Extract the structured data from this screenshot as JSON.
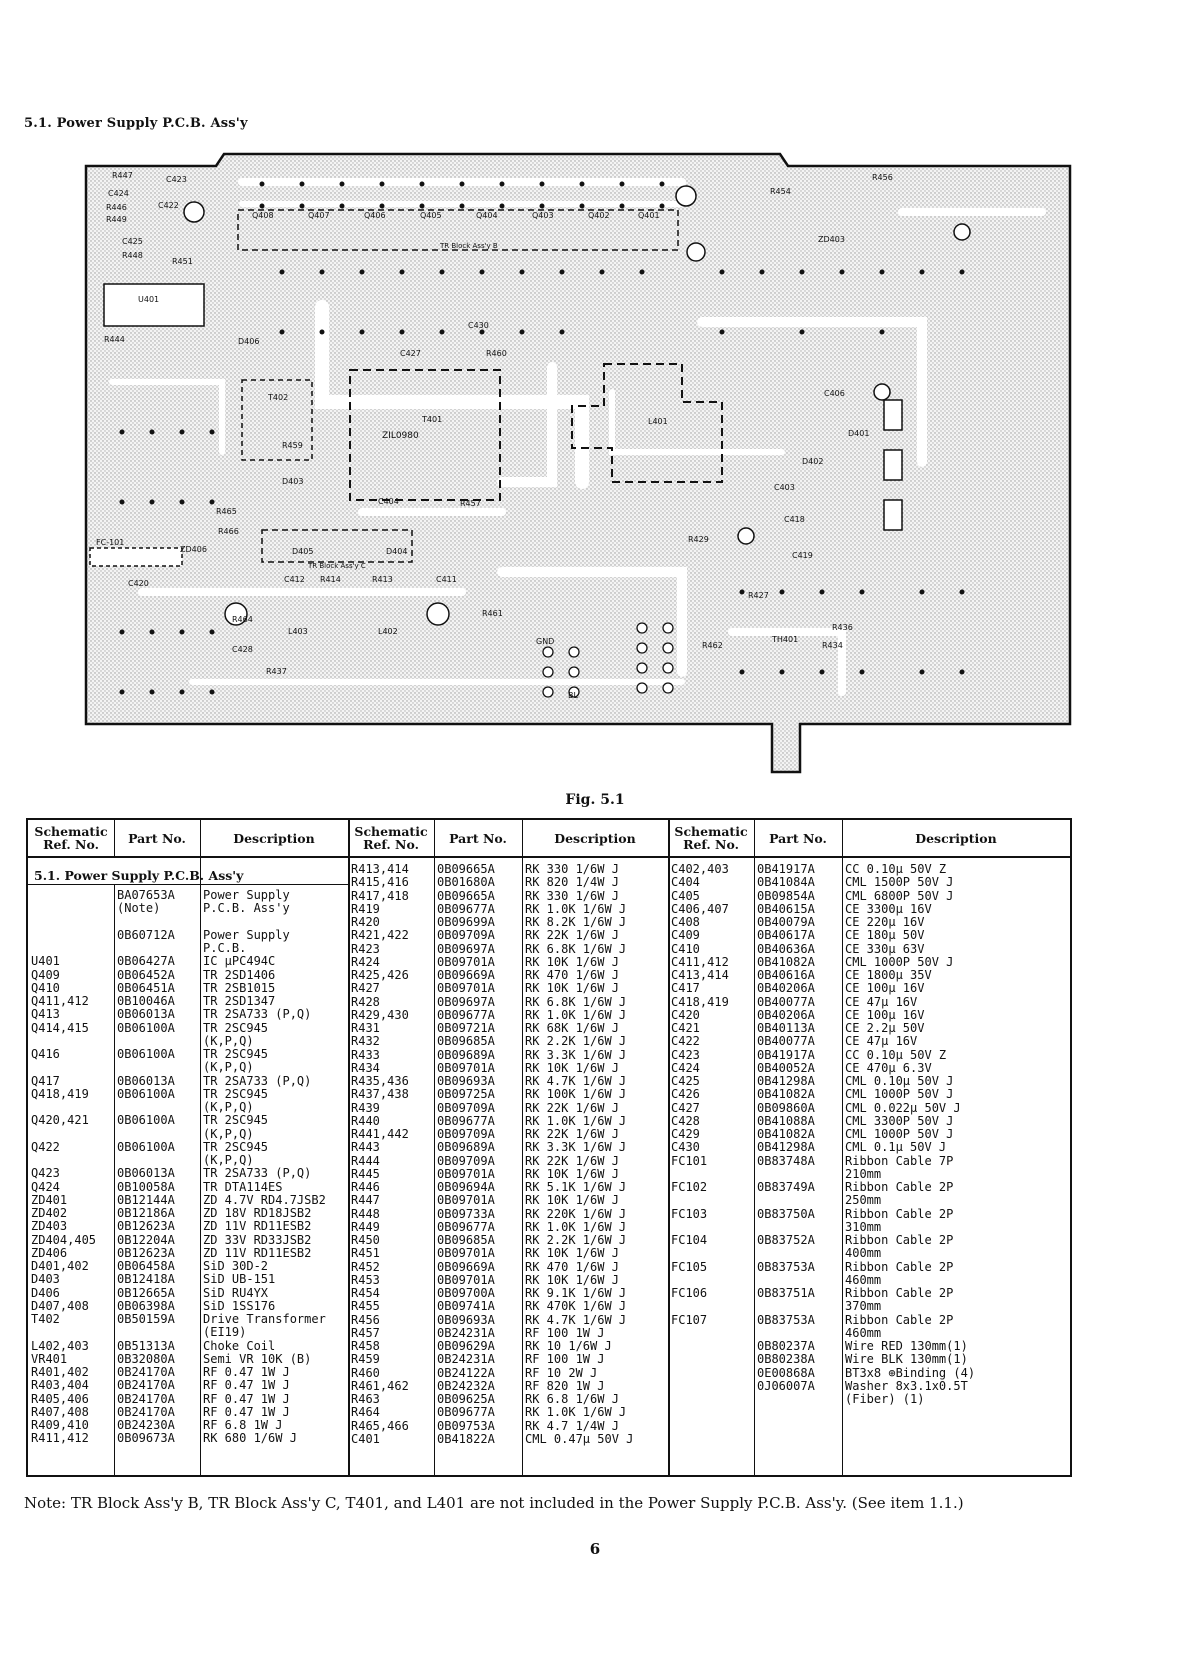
{
  "section_title": "5.1. Power Supply P.C.B. Ass'y",
  "figure_caption": "Fig. 5.1",
  "pcb_labels": {
    "tr_block_b": "TR Block Ass'y B",
    "tr_block_c": "TR Block Ass'y C",
    "t401": "T401",
    "l401": "L401",
    "l402": "L402",
    "l403": "L403",
    "q408": "Q408",
    "q407": "Q407",
    "q406": "Q406",
    "q405": "Q405",
    "q404": "Q404",
    "q403": "Q403",
    "q402": "Q402",
    "q401": "Q401",
    "u401": "U401",
    "t402": "T402",
    "fc101": "FC-101",
    "d406": "D406",
    "d405": "D405",
    "d404": "D404",
    "d403": "D403",
    "d402": "D402",
    "d401": "D401",
    "th401": "TH401",
    "gnd": "GND",
    "bl": "BL",
    "c406": "C406",
    "c423": "C423",
    "c424": "C424",
    "c422": "C422",
    "c425": "C425",
    "c427": "C427",
    "c404": "C404",
    "c412": "C412",
    "c411": "C411",
    "c418": "C418",
    "c419": "C419",
    "c403": "C403",
    "c420": "C420",
    "c428": "C428",
    "c430": "C430",
    "r447": "R447",
    "r446": "R446",
    "r449": "R449",
    "r448": "R448",
    "r451": "R451",
    "r444": "R444",
    "r459": "R459",
    "r460": "R460",
    "r457": "R457",
    "r465": "R465",
    "r466": "R466",
    "r414": "R414",
    "r413": "R413",
    "r464": "R464",
    "r437": "R437",
    "r454": "R454",
    "r456": "R456",
    "r429": "R429",
    "r427": "R427",
    "r436": "R436",
    "r434": "R434",
    "r461": "R461",
    "r462": "R462",
    "zd406": "ZD406",
    "zd403": "ZD403",
    "t_code": "ZIL0980"
  },
  "table": {
    "headers": {
      "ref": "Schematic Ref. No.",
      "part": "Part No.",
      "desc": "Description"
    },
    "section_label": "5.1. Power Supply P.C.B. Ass'y",
    "col1": [
      {
        "ref": "",
        "part": "BA07653A",
        "desc": "Power Supply"
      },
      {
        "ref": "",
        "part": "(Note)",
        "desc": "P.C.B. Ass'y"
      },
      {
        "ref": "",
        "part": "",
        "desc": ""
      },
      {
        "ref": "",
        "part": "0B60712A",
        "desc": "Power Supply"
      },
      {
        "ref": "",
        "part": "",
        "desc": "P.C.B."
      },
      {
        "ref": "U401",
        "part": "0B06427A",
        "desc": "IC   µPC494C"
      },
      {
        "ref": "Q409",
        "part": "0B06452A",
        "desc": "TR   2SD1406"
      },
      {
        "ref": "Q410",
        "part": "0B06451A",
        "desc": "TR   2SB1015"
      },
      {
        "ref": "Q411,412",
        "part": "0B10046A",
        "desc": "TR   2SD1347"
      },
      {
        "ref": "Q413",
        "part": "0B06013A",
        "desc": "TR   2SA733 (P,Q)"
      },
      {
        "ref": "Q414,415",
        "part": "0B06100A",
        "desc": "TR   2SC945"
      },
      {
        "ref": "",
        "part": "",
        "desc": "(K,P,Q)"
      },
      {
        "ref": "Q416",
        "part": "0B06100A",
        "desc": "TR   2SC945"
      },
      {
        "ref": "",
        "part": "",
        "desc": "(K,P,Q)"
      },
      {
        "ref": "Q417",
        "part": "0B06013A",
        "desc": "TR   2SA733 (P,Q)"
      },
      {
        "ref": "Q418,419",
        "part": "0B06100A",
        "desc": "TR   2SC945"
      },
      {
        "ref": "",
        "part": "",
        "desc": "(K,P,Q)"
      },
      {
        "ref": "Q420,421",
        "part": "0B06100A",
        "desc": "TR   2SC945"
      },
      {
        "ref": "",
        "part": "",
        "desc": "(K,P,Q)"
      },
      {
        "ref": "Q422",
        "part": "0B06100A",
        "desc": "TR   2SC945"
      },
      {
        "ref": "",
        "part": "",
        "desc": "(K,P,Q)"
      },
      {
        "ref": "Q423",
        "part": "0B06013A",
        "desc": "TR   2SA733 (P,Q)"
      },
      {
        "ref": "Q424",
        "part": "0B10058A",
        "desc": "TR   DTA114ES"
      },
      {
        "ref": "ZD401",
        "part": "0B12144A",
        "desc": "ZD 4.7V RD4.7JSB2"
      },
      {
        "ref": "ZD402",
        "part": "0B12186A",
        "desc": "ZD 18V RD18JSB2"
      },
      {
        "ref": "ZD403",
        "part": "0B12623A",
        "desc": "ZD 11V RD11ESB2"
      },
      {
        "ref": "ZD404,405",
        "part": "0B12204A",
        "desc": "ZD 33V RD33JSB2"
      },
      {
        "ref": "ZD406",
        "part": "0B12623A",
        "desc": "ZD 11V RD11ESB2"
      },
      {
        "ref": "D401,402",
        "part": "0B06458A",
        "desc": "SiD  30D-2"
      },
      {
        "ref": "D403",
        "part": "0B12418A",
        "desc": "SiD  UB-151"
      },
      {
        "ref": "D406",
        "part": "0B12665A",
        "desc": "SiD  RU4YX"
      },
      {
        "ref": "D407,408",
        "part": "0B06398A",
        "desc": "SiD  1SS176"
      },
      {
        "ref": "T402",
        "part": "0B50159A",
        "desc": "Drive Transformer"
      },
      {
        "ref": "",
        "part": "",
        "desc": "(EI19)"
      },
      {
        "ref": "L402,403",
        "part": "0B51313A",
        "desc": "Choke Coil"
      },
      {
        "ref": "VR401",
        "part": "0B32080A",
        "desc": "Semi VR 10K (B)"
      },
      {
        "ref": "R401,402",
        "part": "0B24170A",
        "desc": "RF  0.47   1W J"
      },
      {
        "ref": "R403,404",
        "part": "0B24170A",
        "desc": "RF  0.47   1W J"
      },
      {
        "ref": "R405,406",
        "part": "0B24170A",
        "desc": "RF  0.47   1W J"
      },
      {
        "ref": "R407,408",
        "part": "0B24170A",
        "desc": "RF  0.47   1W J"
      },
      {
        "ref": "R409,410",
        "part": "0B24230A",
        "desc": "RF  6.8    1W J"
      },
      {
        "ref": "R411,412",
        "part": "0B09673A",
        "desc": "RK  680  1/6W J"
      }
    ],
    "col2": [
      {
        "ref": "R413,414",
        "part": "0B09665A",
        "desc": "RK  330    1/6W J"
      },
      {
        "ref": "R415,416",
        "part": "0B01680A",
        "desc": "RK  820    1/4W J"
      },
      {
        "ref": "R417,418",
        "part": "0B09665A",
        "desc": "RK  330    1/6W J"
      },
      {
        "ref": "R419",
        "part": "0B09677A",
        "desc": "RK  1.0K   1/6W J"
      },
      {
        "ref": "R420",
        "part": "0B09699A",
        "desc": "RK  8.2K   1/6W J"
      },
      {
        "ref": "R421,422",
        "part": "0B09709A",
        "desc": "RK  22K    1/6W J"
      },
      {
        "ref": "R423",
        "part": "0B09697A",
        "desc": "RK  6.8K   1/6W J"
      },
      {
        "ref": "R424",
        "part": "0B09701A",
        "desc": "RK  10K    1/6W J"
      },
      {
        "ref": "R425,426",
        "part": "0B09669A",
        "desc": "RK  470    1/6W J"
      },
      {
        "ref": "R427",
        "part": "0B09701A",
        "desc": "RK  10K    1/6W J"
      },
      {
        "ref": "R428",
        "part": "0B09697A",
        "desc": "RK  6.8K   1/6W J"
      },
      {
        "ref": "R429,430",
        "part": "0B09677A",
        "desc": "RK  1.0K   1/6W J"
      },
      {
        "ref": "R431",
        "part": "0B09721A",
        "desc": "RK  68K    1/6W J"
      },
      {
        "ref": "R432",
        "part": "0B09685A",
        "desc": "RK  2.2K   1/6W J"
      },
      {
        "ref": "R433",
        "part": "0B09689A",
        "desc": "RK  3.3K   1/6W J"
      },
      {
        "ref": "R434",
        "part": "0B09701A",
        "desc": "RK  10K    1/6W J"
      },
      {
        "ref": "R435,436",
        "part": "0B09693A",
        "desc": "RK  4.7K   1/6W J"
      },
      {
        "ref": "R437,438",
        "part": "0B09725A",
        "desc": "RK  100K   1/6W J"
      },
      {
        "ref": "R439",
        "part": "0B09709A",
        "desc": "RK  22K    1/6W J"
      },
      {
        "ref": "R440",
        "part": "0B09677A",
        "desc": "RK  1.0K   1/6W J"
      },
      {
        "ref": "R441,442",
        "part": "0B09709A",
        "desc": "RK  22K    1/6W J"
      },
      {
        "ref": "R443",
        "part": "0B09689A",
        "desc": "RK  3.3K   1/6W J"
      },
      {
        "ref": "R444",
        "part": "0B09709A",
        "desc": "RK  22K    1/6W J"
      },
      {
        "ref": "R445",
        "part": "0B09701A",
        "desc": "RK  10K    1/6W J"
      },
      {
        "ref": "R446",
        "part": "0B09694A",
        "desc": "RK  5.1K   1/6W J"
      },
      {
        "ref": "R447",
        "part": "0B09701A",
        "desc": "RK  10K    1/6W J"
      },
      {
        "ref": "R448",
        "part": "0B09733A",
        "desc": "RK  220K   1/6W J"
      },
      {
        "ref": "R449",
        "part": "0B09677A",
        "desc": "RK  1.0K   1/6W J"
      },
      {
        "ref": "R450",
        "part": "0B09685A",
        "desc": "RK  2.2K   1/6W J"
      },
      {
        "ref": "R451",
        "part": "0B09701A",
        "desc": "RK  10K    1/6W J"
      },
      {
        "ref": "R452",
        "part": "0B09669A",
        "desc": "RK  470    1/6W J"
      },
      {
        "ref": "R453",
        "part": "0B09701A",
        "desc": "RK  10K    1/6W J"
      },
      {
        "ref": "R454",
        "part": "0B09700A",
        "desc": "RK  9.1K   1/6W J"
      },
      {
        "ref": "R455",
        "part": "0B09741A",
        "desc": "RK  470K   1/6W J"
      },
      {
        "ref": "R456",
        "part": "0B09693A",
        "desc": "RK  4.7K   1/6W J"
      },
      {
        "ref": "R457",
        "part": "0B24231A",
        "desc": "RF  100      1W J"
      },
      {
        "ref": "R458",
        "part": "0B09629A",
        "desc": "RK  10     1/6W J"
      },
      {
        "ref": "R459",
        "part": "0B24231A",
        "desc": "RF  100      1W J"
      },
      {
        "ref": "R460",
        "part": "0B24122A",
        "desc": "RF  10       2W J"
      },
      {
        "ref": "R461,462",
        "part": "0B24232A",
        "desc": "RF  820      1W J"
      },
      {
        "ref": "R463",
        "part": "0B09625A",
        "desc": "RK  6.8    1/6W J"
      },
      {
        "ref": "R464",
        "part": "0B09677A",
        "desc": "RK  1.0K   1/6W J"
      },
      {
        "ref": "R465,466",
        "part": "0B09753A",
        "desc": "RK  4.7    1/4W J"
      },
      {
        "ref": "C401",
        "part": "0B41822A",
        "desc": "CML 0.47µ 50V J"
      }
    ],
    "col3": [
      {
        "ref": "C402,403",
        "part": "0B41917A",
        "desc": "CC  0.10µ 50V Z"
      },
      {
        "ref": "C404",
        "part": "0B41084A",
        "desc": "CML 1500P 50V J"
      },
      {
        "ref": "C405",
        "part": "0B09854A",
        "desc": "CML 6800P 50V J"
      },
      {
        "ref": "C406,407",
        "part": "0B40615A",
        "desc": "CE  3300µ 16V"
      },
      {
        "ref": "C408",
        "part": "0B40079A",
        "desc": "CE  220µ 16V"
      },
      {
        "ref": "C409",
        "part": "0B40617A",
        "desc": "CE  180µ 50V"
      },
      {
        "ref": "C410",
        "part": "0B40636A",
        "desc": "CE  330µ 63V"
      },
      {
        "ref": "C411,412",
        "part": "0B41082A",
        "desc": "CML 1000P 50V J"
      },
      {
        "ref": "C413,414",
        "part": "0B40616A",
        "desc": "CE  1800µ 35V"
      },
      {
        "ref": "C417",
        "part": "0B40206A",
        "desc": "CE  100µ 16V"
      },
      {
        "ref": "C418,419",
        "part": "0B40077A",
        "desc": "CE  47µ 16V"
      },
      {
        "ref": "C420",
        "part": "0B40206A",
        "desc": "CE  100µ 16V"
      },
      {
        "ref": "C421",
        "part": "0B40113A",
        "desc": "CE  2.2µ 50V"
      },
      {
        "ref": "C422",
        "part": "0B40077A",
        "desc": "CE  47µ 16V"
      },
      {
        "ref": "C423",
        "part": "0B41917A",
        "desc": "CC  0.10µ 50V Z"
      },
      {
        "ref": "C424",
        "part": "0B40052A",
        "desc": "CE  470µ 6.3V"
      },
      {
        "ref": "C425",
        "part": "0B41298A",
        "desc": "CML 0.10µ 50V J"
      },
      {
        "ref": "C426",
        "part": "0B41082A",
        "desc": "CML 1000P 50V J"
      },
      {
        "ref": "C427",
        "part": "0B09860A",
        "desc": "CML 0.022µ 50V J"
      },
      {
        "ref": "C428",
        "part": "0B41088A",
        "desc": "CML 3300P 50V J"
      },
      {
        "ref": "C429",
        "part": "0B41082A",
        "desc": "CML 1000P 50V J"
      },
      {
        "ref": "C430",
        "part": "0B41298A",
        "desc": "CML 0.1µ 50V J"
      },
      {
        "ref": "FC101",
        "part": "0B83748A",
        "desc": "Ribbon Cable 7P"
      },
      {
        "ref": "",
        "part": "",
        "desc": "210mm"
      },
      {
        "ref": "FC102",
        "part": "0B83749A",
        "desc": "Ribbon Cable 2P"
      },
      {
        "ref": "",
        "part": "",
        "desc": "250mm"
      },
      {
        "ref": "FC103",
        "part": "0B83750A",
        "desc": "Ribbon Cable 2P"
      },
      {
        "ref": "",
        "part": "",
        "desc": "310mm"
      },
      {
        "ref": "FC104",
        "part": "0B83752A",
        "desc": "Ribbon Cable 2P"
      },
      {
        "ref": "",
        "part": "",
        "desc": "400mm"
      },
      {
        "ref": "FC105",
        "part": "0B83753A",
        "desc": "Ribbon Cable 2P"
      },
      {
        "ref": "",
        "part": "",
        "desc": "460mm"
      },
      {
        "ref": "FC106",
        "part": "0B83751A",
        "desc": "Ribbon Cable 2P"
      },
      {
        "ref": "",
        "part": "",
        "desc": "370mm"
      },
      {
        "ref": "FC107",
        "part": "0B83753A",
        "desc": "Ribbon Cable 2P"
      },
      {
        "ref": "",
        "part": "",
        "desc": "460mm"
      },
      {
        "ref": "",
        "part": "0B80237A",
        "desc": "Wire RED 130mm(1)"
      },
      {
        "ref": "",
        "part": "0B80238A",
        "desc": "Wire BLK 130mm(1)"
      },
      {
        "ref": "",
        "part": "0E00868A",
        "desc": "BT3x8 ⊕Binding (4)"
      },
      {
        "ref": "",
        "part": "0J06007A",
        "desc": "Washer 8x3.1x0.5T"
      },
      {
        "ref": "",
        "part": "",
        "desc": "(Fiber)          (1)"
      }
    ]
  },
  "note": "Note: TR Block Ass'y B, TR Block Ass'y C, T401, and L401 are not included in the Power Supply P.C.B. Ass'y. (See item 1.1.)",
  "page_number": "6"
}
